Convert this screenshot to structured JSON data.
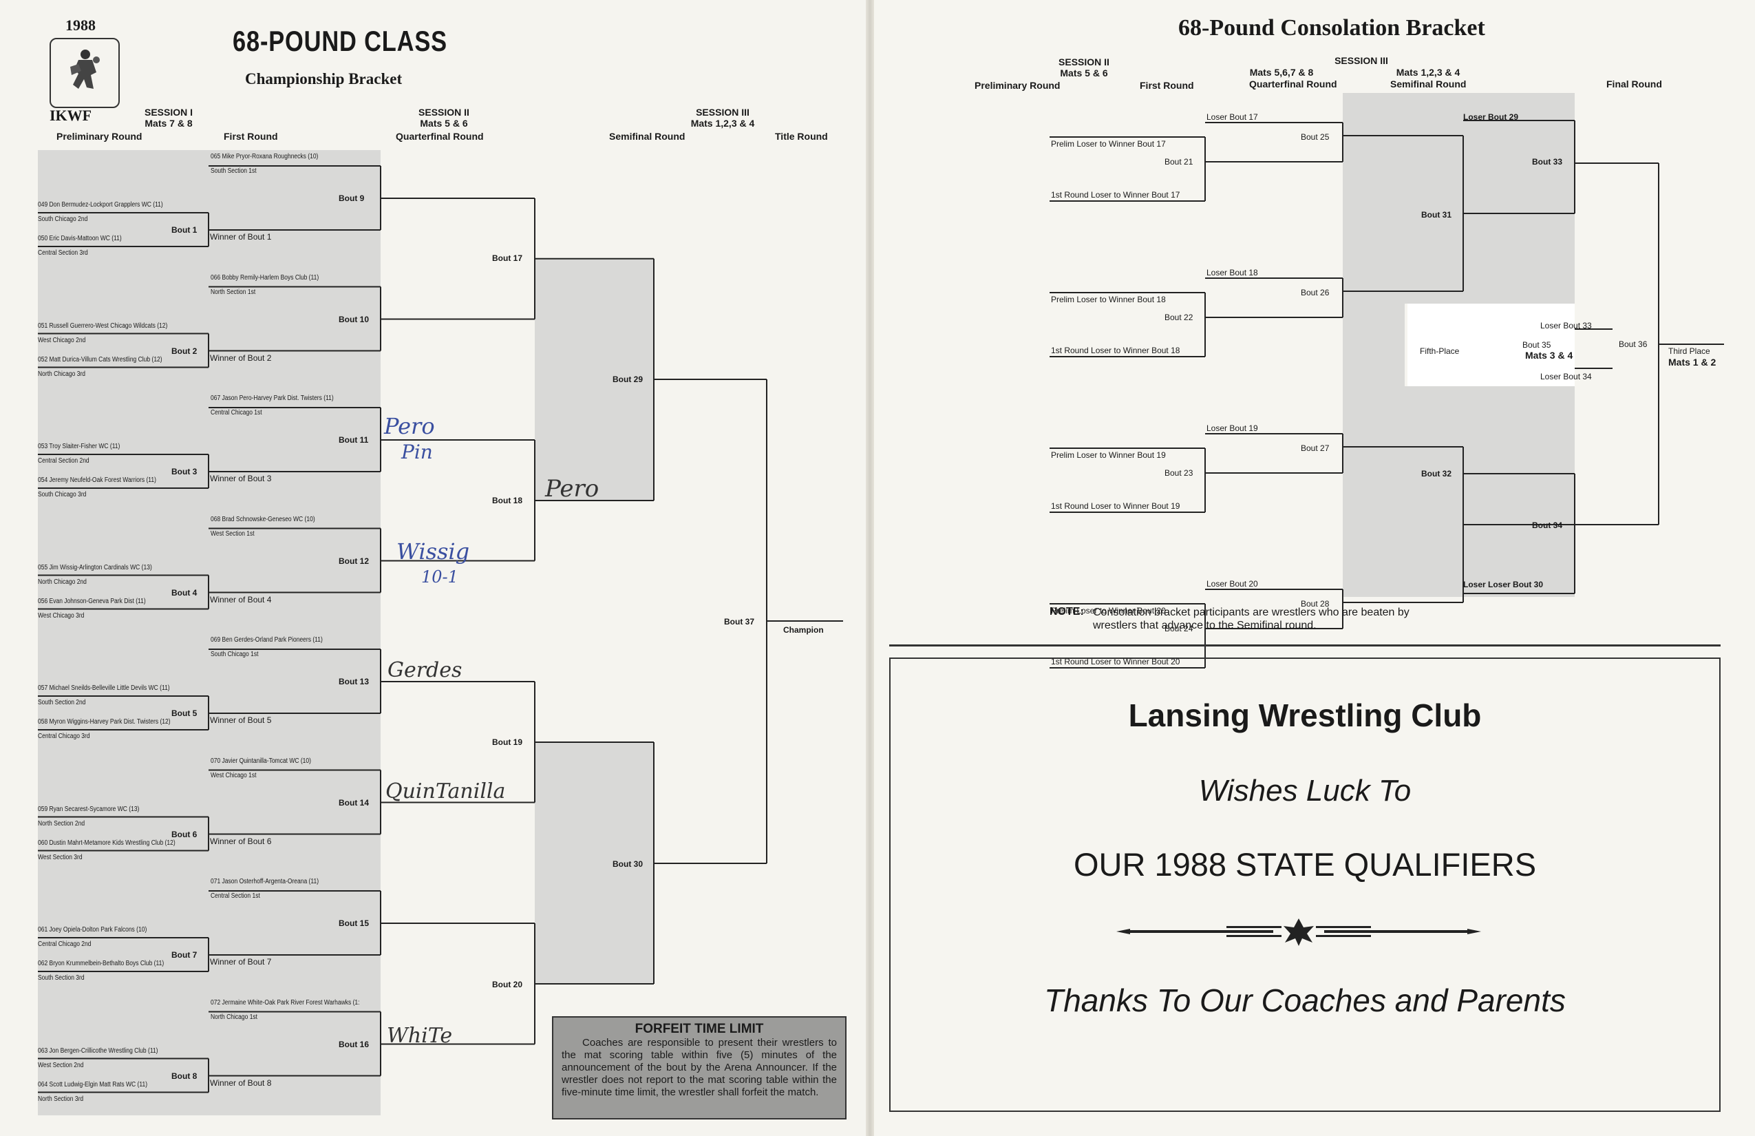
{
  "left": {
    "year": "1988",
    "org": "IKWF",
    "title": "68-POUND CLASS",
    "subtitle": "Championship Bracket",
    "sessions": [
      {
        "name": "SESSION I",
        "mats": "Mats 7 & 8"
      },
      {
        "name": "SESSION II",
        "mats": "Mats 5 & 6"
      },
      {
        "name": "SESSION III",
        "mats": "Mats 1,2,3 & 4"
      }
    ],
    "rounds": [
      "Preliminary Round",
      "First Round",
      "Quarterfinal Round",
      "Semifinal Round",
      "Title Round"
    ],
    "prelims": [
      {
        "w1": "049 Don Bermudez-Lockport Grapplers WC (11)",
        "s1": "South Chicago 2nd",
        "w2": "050 Eric Davis-Mattoon WC (11)",
        "s2": "Central Section 3rd",
        "bout": "Bout 1",
        "winner": "Winner of Bout 1"
      },
      {
        "w1": "051 Russell Guerrero-West Chicago Wildcats (12)",
        "s1": "West Chicago 2nd",
        "w2": "052 Matt Durica-Villum Cats Wrestling Club (12)",
        "s2": "North Chicago 3rd",
        "bout": "Bout 2",
        "winner": "Winner of Bout 2"
      },
      {
        "w1": "053 Troy Slaiter-Fisher WC (11)",
        "s1": "Central Section 2nd",
        "w2": "054 Jeremy Neufeld-Oak Forest Warriors (11)",
        "s2": "South Chicago 3rd",
        "bout": "Bout 3",
        "winner": "Winner of Bout 3"
      },
      {
        "w1": "055 Jim Wissig-Arlington Cardinals WC (13)",
        "s1": "North Chicago 2nd",
        "w2": "056 Evan Johnson-Geneva Park Dist (11)",
        "s2": "West Chicago 3rd",
        "bout": "Bout 4",
        "winner": "Winner of Bout 4"
      },
      {
        "w1": "057 Michael Sneilds-Belleville Little Devils WC (11)",
        "s1": "South Section 2nd",
        "w2": "058 Myron Wiggins-Harvey Park Dist. Twisters (12)",
        "s2": "Central Chicago 3rd",
        "bout": "Bout 5",
        "winner": "Winner of Bout 5"
      },
      {
        "w1": "059 Ryan Secarest-Sycamore WC (13)",
        "s1": "North Section 2nd",
        "w2": "060 Dustin Mahrt-Metamore Kids Wrestling Club (12)",
        "s2": "West Section 3rd",
        "bout": "Bout 6",
        "winner": "Winner of Bout 6"
      },
      {
        "w1": "061 Joey Opiela-Dolton Park Falcons (10)",
        "s1": "Central Chicago 2nd",
        "w2": "062 Bryon Krummelbein-Bethalto Boys Club (11)",
        "s2": "South Section 3rd",
        "bout": "Bout 7",
        "winner": "Winner of Bout 7"
      },
      {
        "w1": "063 Jon Bergen-Crillicothe Wrestling Club (11)",
        "s1": "West Section 2nd",
        "w2": "064 Scott Ludwig-Elgin Matt Rats WC (11)",
        "s2": "North Section 3rd",
        "bout": "Bout 8",
        "winner": "Winner of Bout 8"
      }
    ],
    "seeds": [
      {
        "name": "065 Mike Pryor-Roxana Roughnecks (10)",
        "section": "South Section 1st",
        "bout": "Bout  9"
      },
      {
        "name": "066 Bobby Remily-Harlem Boys Club (11)",
        "section": "North Section 1st",
        "bout": "Bout 10"
      },
      {
        "name": "067 Jason Pero-Harvey Park Dist. Twisters (11)",
        "section": "Central Chicago 1st",
        "bout": "Bout 11"
      },
      {
        "name": "068 Brad Schnowske-Geneseo WC (10)",
        "section": "West Section 1st",
        "bout": "Bout 12"
      },
      {
        "name": "069 Ben Gerdes-Orland Park Pioneers (11)",
        "section": "South Chicago 1st",
        "bout": "Bout 13"
      },
      {
        "name": "070 Javier Quintanilla-Tomcat WC (10)",
        "section": "West Chicago 1st",
        "bout": "Bout 14"
      },
      {
        "name": "071 Jason Osterhoff-Argenta-Oreana (11)",
        "section": "Central Section 1st",
        "bout": "Bout 15"
      },
      {
        "name": "072 Jermaine White-Oak Park River Forest Warhawks (1:",
        "section": "North Chicago 1st",
        "bout": "Bout 16"
      }
    ],
    "quarter_bouts": [
      "Bout 17",
      "Bout 18",
      "Bout 19",
      "Bout 20"
    ],
    "semi_bouts": [
      "Bout 29",
      "Bout 30"
    ],
    "title_bout": "Bout 37",
    "champion": "Champion",
    "handwriting": {
      "pero1": "Pero",
      "pin": "Pin",
      "wissig": "Wissig",
      "score": "10-1",
      "gerdes": "Gerdes",
      "quintanilla": "QuinTanilla",
      "white": "WhiTe",
      "pero2": "Pero"
    },
    "forfeit": {
      "title": "FORFEIT TIME LIMIT",
      "body": "Coaches are responsible to present their wrestlers to the mat scoring table within five (5) minutes of the announcement of the bout by the Arena Announcer. If the wrestler does not report to the mat scoring table within the five-minute time limit, the wrestler shall forfeit the match."
    }
  },
  "right": {
    "title": "68-Pound Consolation Bracket",
    "sessions": [
      {
        "name": "SESSION II",
        "mats": "Mats 5 & 6"
      },
      {
        "name": "SESSION III",
        "mats": ""
      },
      {
        "name": "",
        "mats": "Mats 5,6,7 & 8"
      },
      {
        "name": "",
        "mats": "Mats 1,2,3 & 4"
      }
    ],
    "rounds": [
      "Preliminary Round",
      "First Round",
      "Quarterfinal Round",
      "Semifinal Round",
      "Final Round"
    ],
    "groups": [
      {
        "prelim": "Prelim Loser to Winner Bout 17",
        "bout": "Bout 21",
        "first": "1st Round Loser to Winner Bout 17"
      },
      {
        "prelim": "Prelim Loser to Winner Bout 18",
        "bout": "Bout 22",
        "first": "1st Round Loser to Winner Bout 18"
      },
      {
        "prelim": "Prelim Loser to Winner Bout 19",
        "bout": "Bout 23",
        "first": "1st Round Loser to Winner Bout 19"
      },
      {
        "prelim": "Prelim Loser to Winner Bout 20",
        "bout": "Bout 24",
        "first": "1st Round Loser to Winner Bout 20"
      }
    ],
    "quarter": [
      {
        "loser": "Loser Bout 17",
        "bout": "Bout 25"
      },
      {
        "loser": "Loser Bout 18",
        "bout": "Bout 26"
      },
      {
        "loser": "Loser Bout 19",
        "bout": "Bout 27"
      },
      {
        "loser": "Loser Bout 20",
        "bout": "Bout 28"
      }
    ],
    "semi": {
      "b31": "Bout 31",
      "b32": "Bout 32",
      "b33": "Bout 33",
      "b34": "Bout 34",
      "loser29": "Loser Bout 29",
      "loser30": "Loser Loser Bout 30"
    },
    "fifth": {
      "label": "Fifth-Place",
      "bout": "Bout 35",
      "mats": "Mats 3 & 4",
      "loser33": "Loser Bout 33",
      "loser34": "Loser Bout 34"
    },
    "third": {
      "bout": "Bout 36",
      "label": "Third Place",
      "mats": "Mats 1 & 2"
    },
    "note_label": "NOTE:",
    "note": "Consolation bracket participants are wrestlers who are beaten by wrestlers that advance to the Semifinal round.",
    "ad": {
      "club": "Lansing Wrestling Club",
      "luck": "Wishes Luck To",
      "qualifiers": "OUR 1988 STATE QUALIFIERS",
      "thanks": "Thanks To Our Coaches and Parents"
    }
  }
}
